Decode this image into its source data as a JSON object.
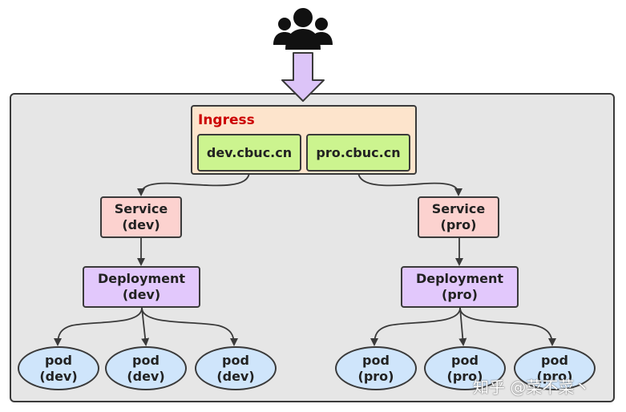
{
  "colors": {
    "cluster_bg": "#e6e6e6",
    "ingress_bg": "#fde4cc",
    "ingress_label": "#cc0000",
    "host_bg": "#ccf48f",
    "service_bg": "#fcd2cf",
    "deployment_bg": "#e2c8fc",
    "pod_bg": "#cfe5fb",
    "arrow_fill": "#dcc4f8"
  },
  "icons": {
    "users": "users-group-icon",
    "entry": "down-arrow-icon"
  },
  "ingress": {
    "label": "Ingress",
    "hosts": [
      "dev.cbuc.cn",
      "pro.cbuc.cn"
    ]
  },
  "dev": {
    "service": {
      "line1": "Service",
      "line2": "(dev)"
    },
    "deployment": {
      "line1": "Deployment",
      "line2": "(dev)"
    },
    "pods": [
      {
        "line1": "pod",
        "line2": "(dev)"
      },
      {
        "line1": "pod",
        "line2": "(dev)"
      },
      {
        "line1": "pod",
        "line2": "(dev)"
      }
    ]
  },
  "pro": {
    "service": {
      "line1": "Service",
      "line2": "(pro)"
    },
    "deployment": {
      "line1": "Deployment",
      "line2": "(pro)"
    },
    "pods": [
      {
        "line1": "pod",
        "line2": "(pro)"
      },
      {
        "line1": "pod",
        "line2": "(pro)"
      },
      {
        "line1": "pod",
        "line2": "(pro)"
      }
    ]
  },
  "watermark": "知乎 @菜不菜丶"
}
